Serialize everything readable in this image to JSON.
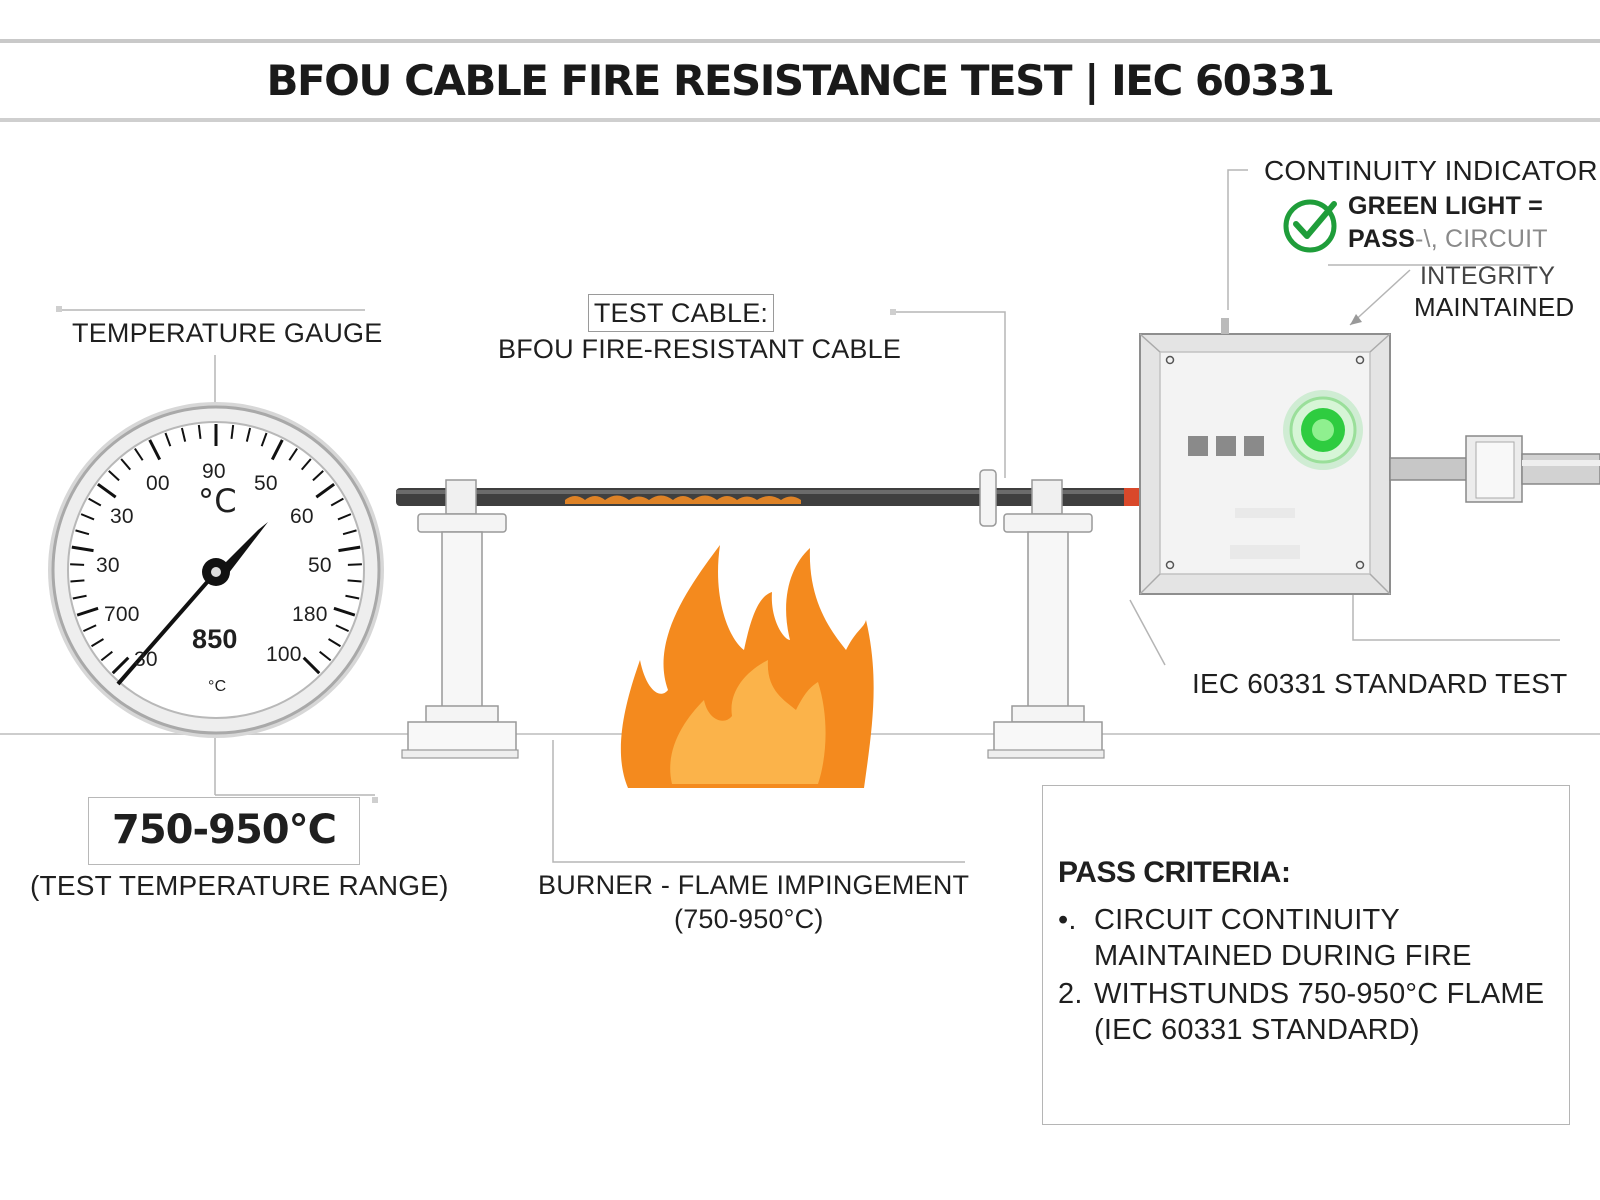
{
  "title": "BFOU CABLE FIRE RESISTANCE TEST | IEC 60331",
  "gauge": {
    "title": "TEMPERATURE GAUGE",
    "unit": "°C",
    "unit_small": "°C",
    "reading": "850",
    "scale_labels": [
      "00",
      "90",
      "50",
      "30",
      "60",
      "30",
      "50",
      "700",
      "180",
      "30",
      "100"
    ]
  },
  "cable": {
    "label_line1": "TEST CABLE:",
    "label_line2": "BFOU FIRE-RESISTANT CABLE"
  },
  "continuity": {
    "title": "CONTINUITY INDICATOR",
    "line1": "GREEN LIGHT =",
    "line2_bold": "PASS",
    "line2_rest": "-\\, CIRCUIT",
    "line3": "INTEGRITY",
    "line4": "MAINTAINED"
  },
  "standard_label": "IEC 60331 STANDARD TEST",
  "temperature_range": {
    "value": "750-950°C",
    "caption": "(TEST TEMPERATURE RANGE)"
  },
  "burner": {
    "line1": "BURNER - FLAME IMPINGEMENT",
    "line2": "(750-950°C)"
  },
  "pass_criteria": {
    "title": "PASS CRITERIA:",
    "items": [
      {
        "marker": "•.",
        "line1": "CIRCUIT CONTINUITY",
        "line2": "MAINTAINED DURING FIRE"
      },
      {
        "marker": "2.",
        "line1": "WITHSTUNDS 750-950°C FLAME",
        "line2": "(IEC 60331 STANDARD)"
      }
    ]
  },
  "colors": {
    "flame_outer": "#f48a1e",
    "flame_inner": "#fbb34a",
    "indicator_green": "#2ecc40",
    "check_green": "#1f9d3a",
    "cable": "#3f3f3f",
    "cable_end": "#d9482a"
  },
  "icons": {
    "check": "check-circle-icon",
    "indicator": "green-light-icon"
  }
}
